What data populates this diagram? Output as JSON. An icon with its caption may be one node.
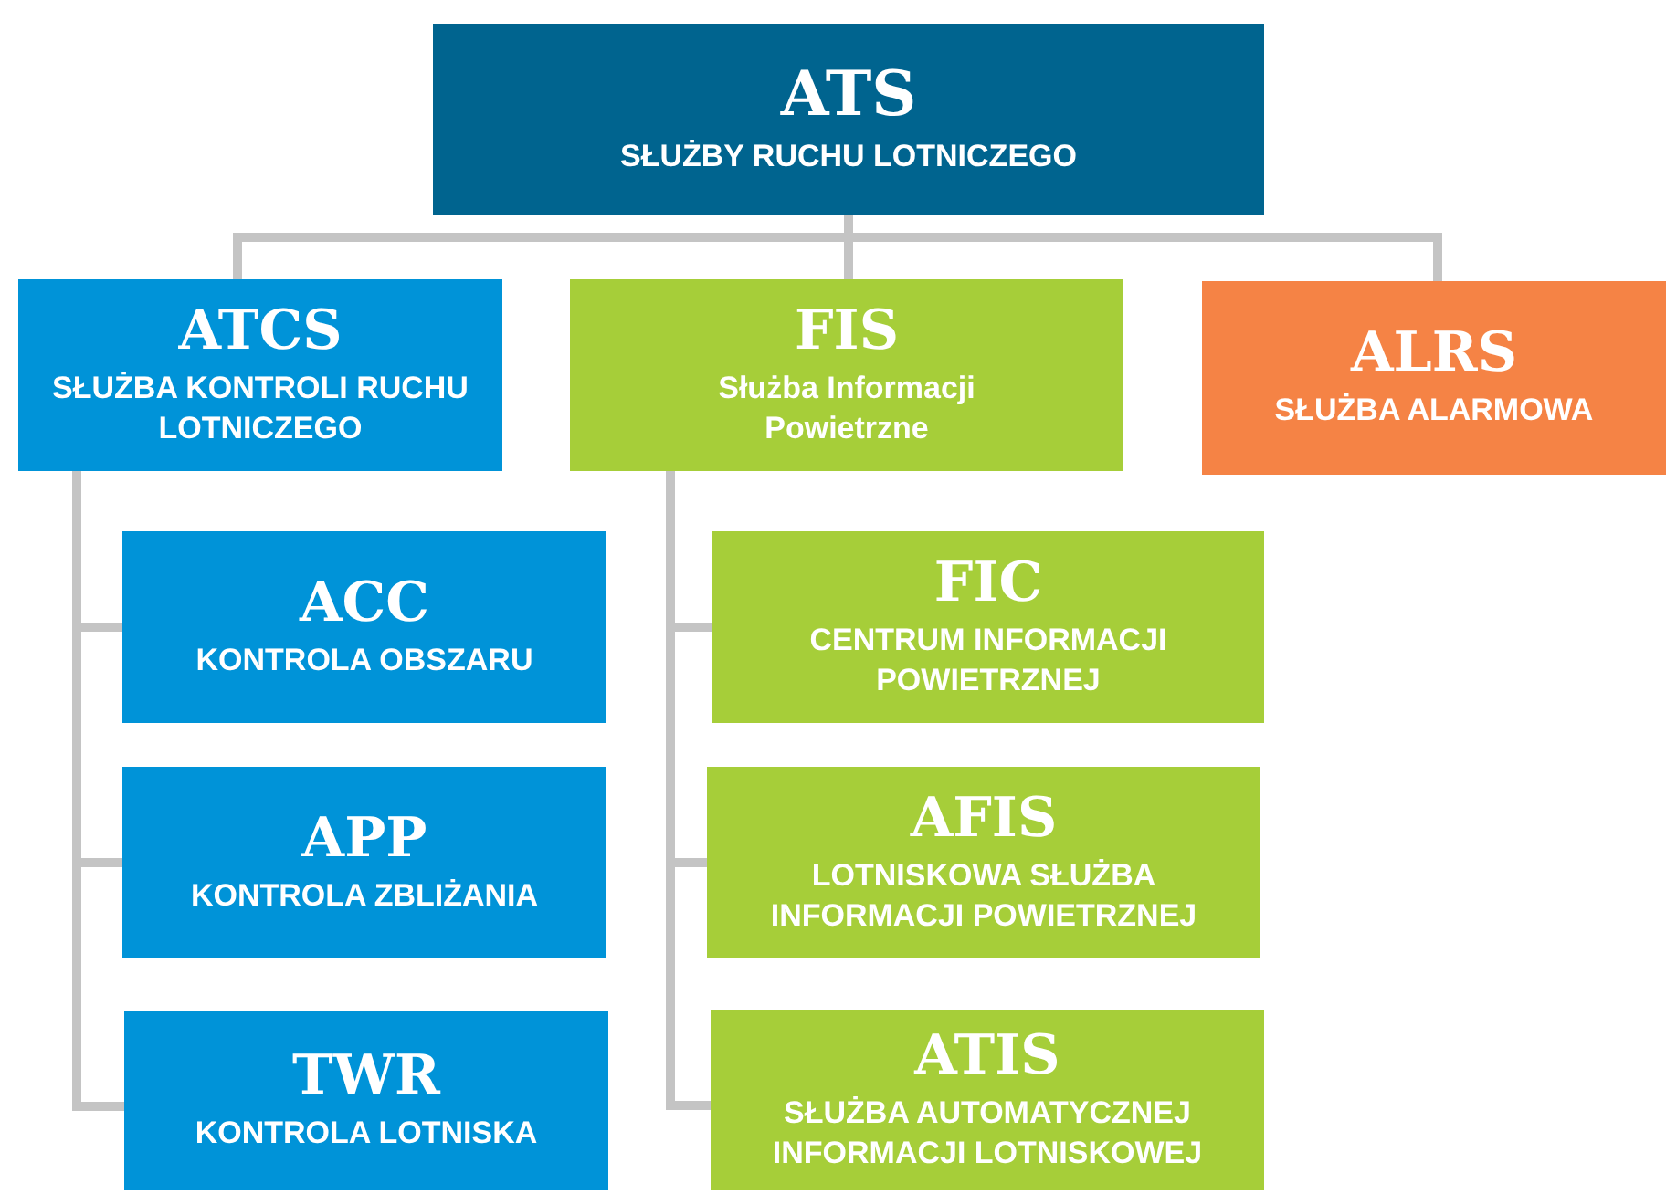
{
  "diagram": {
    "nodes": [
      {
        "text": [
          "ATS",
          "SŁUŻBY RUCHU LOTNICZEGO"
        ]
      },
      {
        "text": [
          "ATCS",
          "SŁUŻBA KONTROLI RUCHU LOTNICZEGO"
        ]
      },
      {
        "text": [
          "FIS",
          "Służba Informacji Powietrzne"
        ]
      },
      {
        "text": [
          "ALRS",
          "SŁUŻBA ALARMOWA"
        ]
      },
      {
        "text": [
          "ACC",
          "KONTROLA OBSZARU"
        ]
      },
      {
        "text": [
          "APP",
          "KONTROLA ZBLIŻANIA"
        ]
      },
      {
        "text": [
          "TWR",
          "KONTROLA LOTNISKA"
        ]
      },
      {
        "text": [
          "FIC",
          "CENTRUM INFORMACJI POWIETRZNEJ"
        ]
      },
      {
        "text": [
          "AFIS",
          "LOTNISKOWA SŁUŻBA INFORMACJI POWIETRZNEJ"
        ]
      },
      {
        "text": [
          "ATIS",
          "SŁUŻBA AUTOMATYCZNEJ INFORMACJI LOTNISKOWEJ"
        ]
      }
    ],
    "edges": [
      {
        "from": 0,
        "to": 1,
        "arrow": "none"
      },
      {
        "from": 0,
        "to": 2,
        "arrow": "none"
      },
      {
        "from": 0,
        "to": 3,
        "arrow": "none"
      },
      {
        "from": 1,
        "to": 4,
        "arrow": "none"
      },
      {
        "from": 1,
        "to": 5,
        "arrow": "none"
      },
      {
        "from": 1,
        "to": 6,
        "arrow": "none"
      },
      {
        "from": 2,
        "to": 7,
        "arrow": "none"
      },
      {
        "from": 2,
        "to": 8,
        "arrow": "none"
      },
      {
        "from": 2,
        "to": 9,
        "arrow": "none"
      }
    ]
  }
}
